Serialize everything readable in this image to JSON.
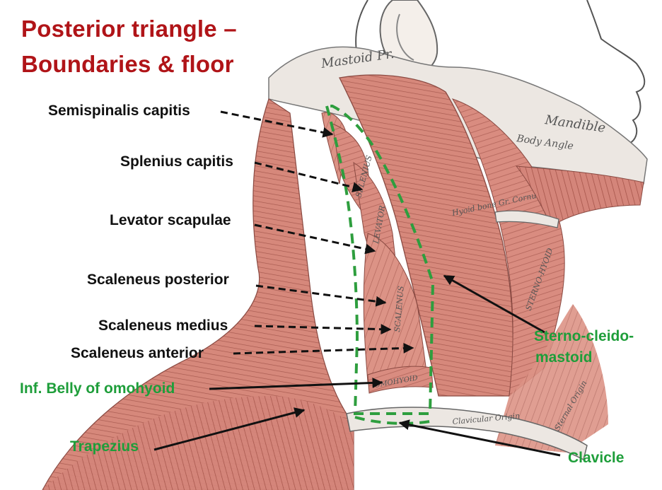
{
  "title": {
    "line1": "Posterior triangle –",
    "line2": "Boundaries & floor"
  },
  "labels": {
    "semispinalis": "Semispinalis capitis",
    "splenius": "Splenius capitis",
    "levator": "Levator scapulae",
    "scal_post": "Scaleneus posterior",
    "scal_med": "Scaleneus medius",
    "scal_ant": "Scaleneus anterior",
    "omohyoid": "Inf. Belly of omohyoid",
    "trapezius": "Trapezius",
    "scm_1": "Sterno-cleido-",
    "scm_2": "mastoid",
    "clavicle": "Clavicle"
  },
  "illustration_text": {
    "mastoid": "Mastoid Pr.",
    "mandible": "Mandible",
    "body_angle": "Body Angle",
    "hyoid": "Hyoid bone Gr. Cornu",
    "sterno": "STERNO-HYOID",
    "clav_origin": "Clavicular Origin",
    "sternal_origin": "Sternal Origin",
    "levator_m": "LEVATOR",
    "scal_m": "SCALENUS",
    "omo_m": "OMOHYOID",
    "splen_m": "SPLENIUS"
  },
  "colors": {
    "title": "#b01418",
    "label_black": "#111111",
    "label_green": "#1e9e3a",
    "boundary": "#2e9e3e",
    "muscle": "#d98c80",
    "muscle_dark": "#a9564c",
    "bone": "#ece7e2"
  }
}
